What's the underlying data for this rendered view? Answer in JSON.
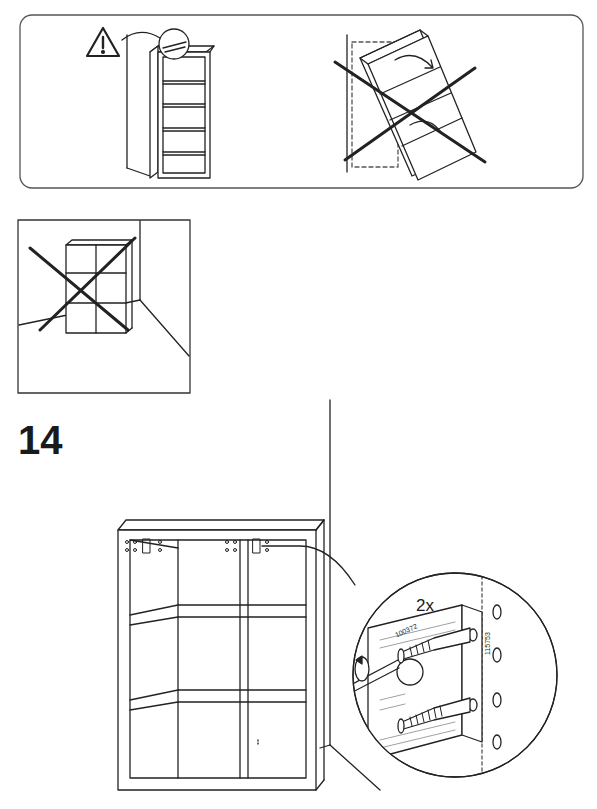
{
  "diagram": {
    "labels": [
      "14",
      "2x",
      "100372",
      "115753"
    ]
  }
}
